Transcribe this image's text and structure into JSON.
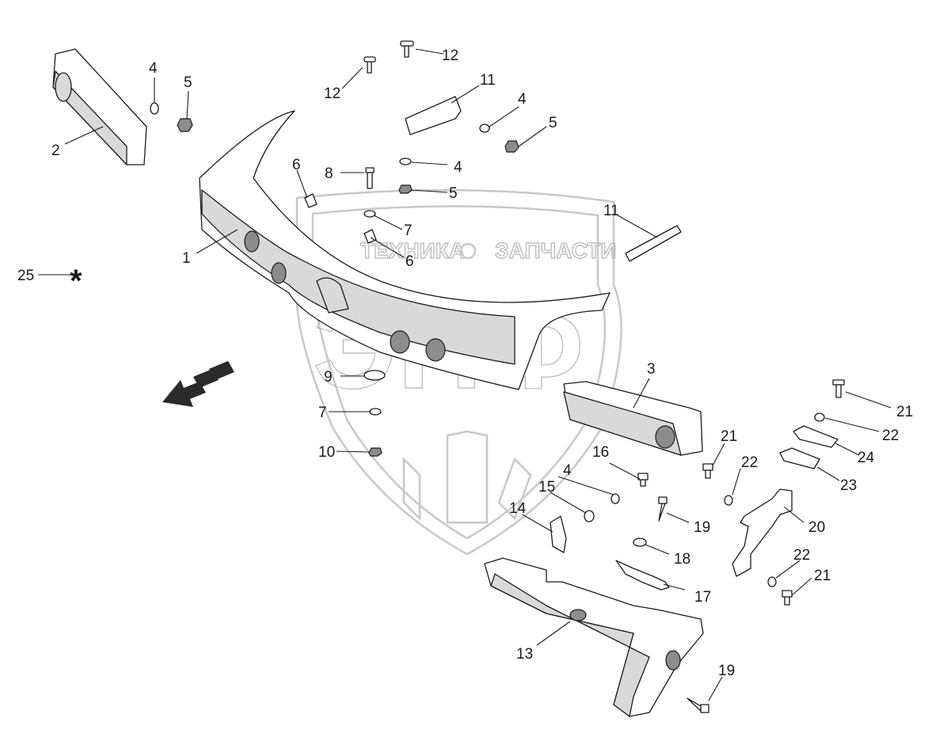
{
  "watermark": {
    "left_text": "ТЕХНИКА",
    "right_text": "ЗАПЧАСТИ",
    "big_text": "ЭПФ"
  },
  "callouts": [
    {
      "id": "c1",
      "label": "1"
    },
    {
      "id": "c2",
      "label": "2"
    },
    {
      "id": "c3",
      "label": "3"
    },
    {
      "id": "c4a",
      "label": "4"
    },
    {
      "id": "c4b",
      "label": "4"
    },
    {
      "id": "c4c",
      "label": "4"
    },
    {
      "id": "c4d",
      "label": "4"
    },
    {
      "id": "c5a",
      "label": "5"
    },
    {
      "id": "c5b",
      "label": "5"
    },
    {
      "id": "c5c",
      "label": "5"
    },
    {
      "id": "c6a",
      "label": "6"
    },
    {
      "id": "c6b",
      "label": "6"
    },
    {
      "id": "c7a",
      "label": "7"
    },
    {
      "id": "c7b",
      "label": "7"
    },
    {
      "id": "c8",
      "label": "8"
    },
    {
      "id": "c9",
      "label": "9"
    },
    {
      "id": "c10",
      "label": "10"
    },
    {
      "id": "c11a",
      "label": "11"
    },
    {
      "id": "c11b",
      "label": "11"
    },
    {
      "id": "c12a",
      "label": "12"
    },
    {
      "id": "c12b",
      "label": "12"
    },
    {
      "id": "c13",
      "label": "13"
    },
    {
      "id": "c14",
      "label": "14"
    },
    {
      "id": "c15",
      "label": "15"
    },
    {
      "id": "c16",
      "label": "16"
    },
    {
      "id": "c17",
      "label": "17"
    },
    {
      "id": "c18",
      "label": "18"
    },
    {
      "id": "c19a",
      "label": "19"
    },
    {
      "id": "c19b",
      "label": "19"
    },
    {
      "id": "c20",
      "label": "20"
    },
    {
      "id": "c21a",
      "label": "21"
    },
    {
      "id": "c21b",
      "label": "21"
    },
    {
      "id": "c21c",
      "label": "21"
    },
    {
      "id": "c22a",
      "label": "22"
    },
    {
      "id": "c22b",
      "label": "22"
    },
    {
      "id": "c22c",
      "label": "22"
    },
    {
      "id": "c23",
      "label": "23"
    },
    {
      "id": "c24",
      "label": "24"
    },
    {
      "id": "c25",
      "label": "25"
    }
  ],
  "star_mark": "*",
  "direction_icon": "forward-arrow-icon"
}
